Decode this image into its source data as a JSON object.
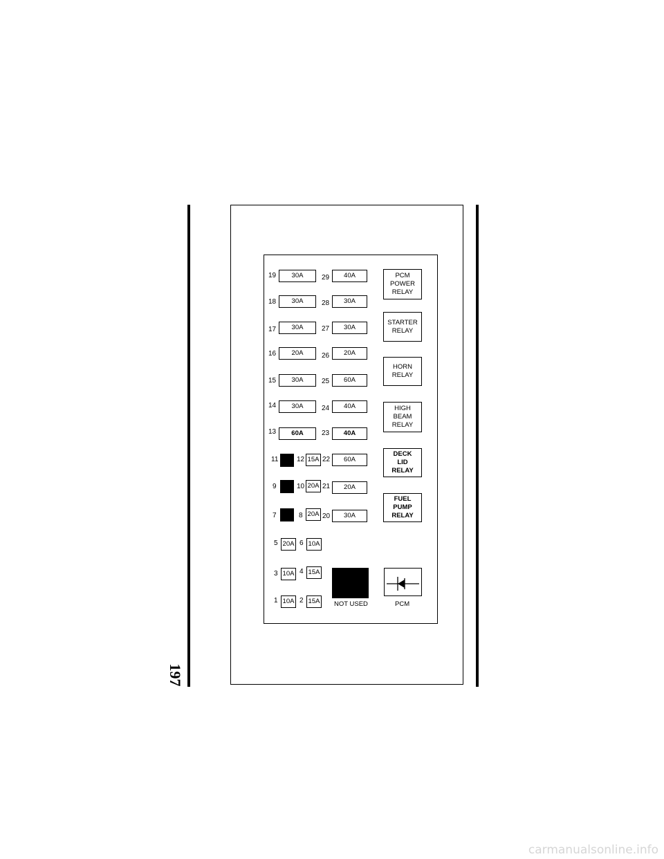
{
  "page": {
    "number": "197",
    "watermark": "carmanualsonline.info"
  },
  "fuse_panel": {
    "left_column": [
      {
        "num": "19",
        "rating": "30A"
      },
      {
        "num": "18",
        "rating": "30A"
      },
      {
        "num": "17",
        "rating": "30A"
      },
      {
        "num": "16",
        "rating": "20A"
      },
      {
        "num": "15",
        "rating": "30A"
      },
      {
        "num": "14",
        "rating": "30A"
      },
      {
        "num": "13",
        "rating": "60A"
      }
    ],
    "middle_column": [
      {
        "num": "29",
        "rating": "40A"
      },
      {
        "num": "28",
        "rating": "30A"
      },
      {
        "num": "27",
        "rating": "30A"
      },
      {
        "num": "26",
        "rating": "20A"
      },
      {
        "num": "25",
        "rating": "60A"
      },
      {
        "num": "24",
        "rating": "40A"
      },
      {
        "num": "23",
        "rating": "40A"
      },
      {
        "num": "22",
        "rating": "60A"
      },
      {
        "num": "21",
        "rating": "20A"
      },
      {
        "num": "20",
        "rating": "30A"
      }
    ],
    "filled_rows": [
      {
        "slot": "11",
        "fuse_num": "12",
        "rating": "15A"
      },
      {
        "slot": "9",
        "fuse_num": "10",
        "rating": "20A"
      },
      {
        "slot": "7",
        "fuse_num": "8",
        "rating": "20A"
      }
    ],
    "small_rows": [
      {
        "a_num": "5",
        "a_rating": "20A",
        "b_num": "6",
        "b_rating": "10A"
      },
      {
        "a_num": "3",
        "a_rating": "10A",
        "b_num": "4",
        "b_rating": "15A"
      },
      {
        "a_num": "1",
        "a_rating": "10A",
        "b_num": "2",
        "b_rating": "15A"
      }
    ],
    "relays": [
      {
        "lines": [
          "PCM",
          "POWER",
          "RELAY"
        ]
      },
      {
        "lines": [
          "STARTER",
          "RELAY"
        ]
      },
      {
        "lines": [
          "HORN",
          "RELAY"
        ]
      },
      {
        "lines": [
          "HIGH",
          "BEAM",
          "RELAY"
        ]
      },
      {
        "lines": [
          "DECK",
          "LID",
          "RELAY"
        ]
      },
      {
        "lines": [
          "FUEL",
          "PUMP",
          "RELAY"
        ]
      }
    ],
    "not_used_label": "NOT USED",
    "pcm_label": "PCM"
  }
}
